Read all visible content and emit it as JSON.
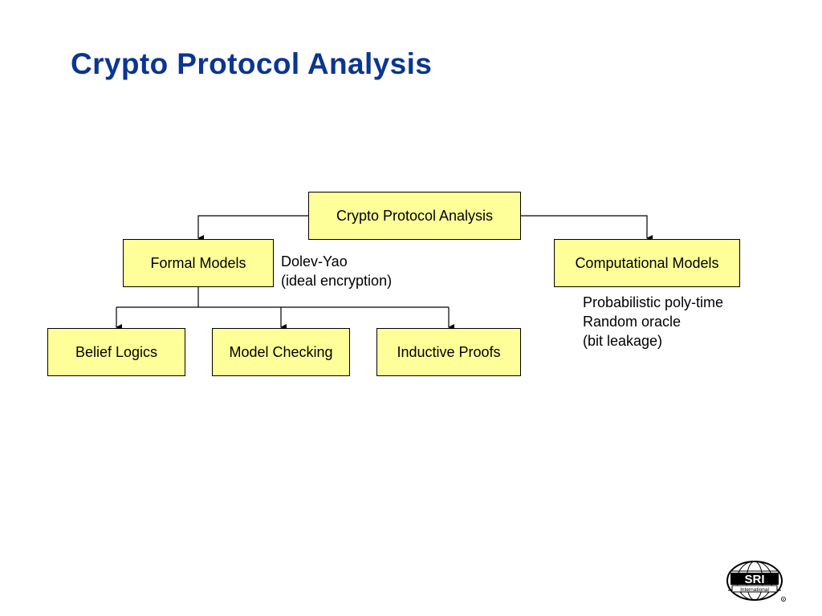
{
  "slide": {
    "title": "Crypto Protocol Analysis"
  },
  "colors": {
    "title": "#0b3592",
    "node_fill": "#ffff99",
    "node_border": "#000000",
    "connector": "#000000"
  },
  "diagram": {
    "root": {
      "label": "Crypto Protocol Analysis"
    },
    "formal_models": {
      "label": "Formal Models",
      "note": [
        "Dolev-Yao",
        "(ideal encryption)"
      ]
    },
    "computational_models": {
      "label": "Computational Models",
      "note": [
        "Probabilistic poly-time",
        "Random oracle",
        "(bit leakage)"
      ]
    },
    "formal_children": [
      {
        "label": "Belief Logics"
      },
      {
        "label": "Model Checking"
      },
      {
        "label": "Inductive Proofs"
      }
    ]
  },
  "logo": {
    "name": "sri-international-logo",
    "text": "SRI",
    "subtext": "International"
  }
}
